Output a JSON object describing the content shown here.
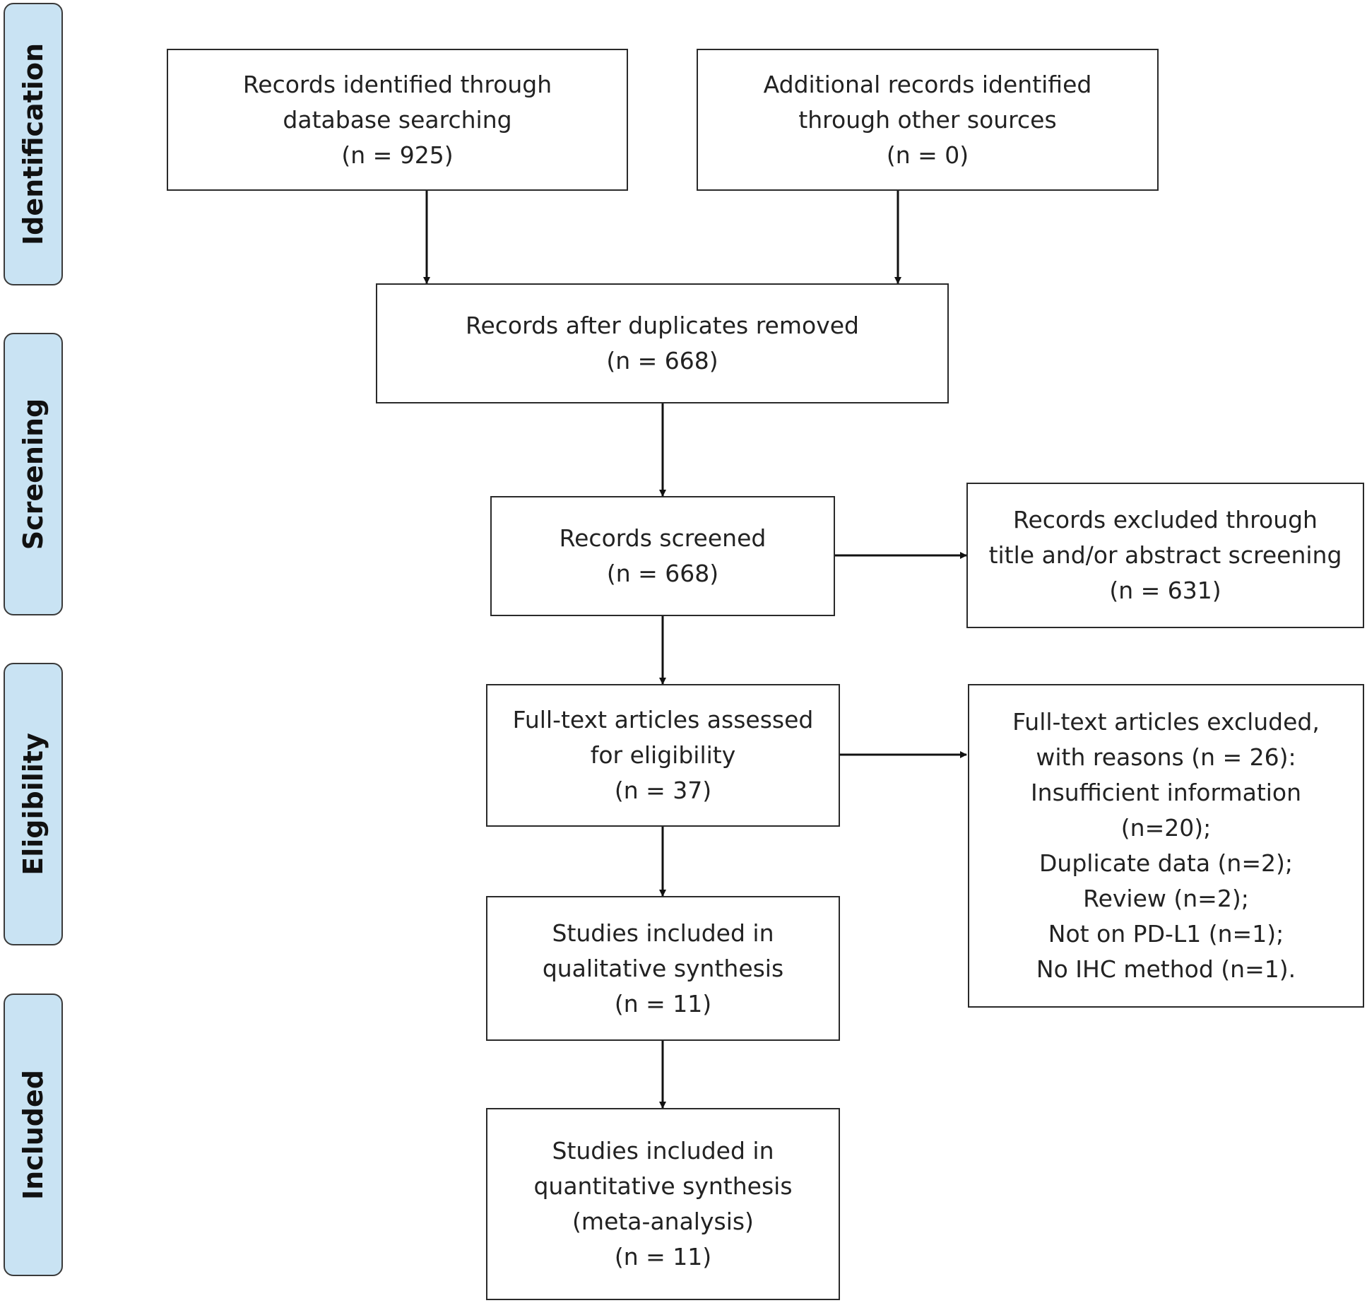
{
  "phases": {
    "identification": "Identification",
    "screening": "Screening",
    "eligibility": "Eligibility",
    "included": "Included"
  },
  "boxes": {
    "database_search": [
      "Records identified through",
      "database searching",
      "(n = 925)"
    ],
    "other_sources": [
      "Additional records identified",
      "through other sources",
      "(n = 0)"
    ],
    "duplicates_removed": [
      "Records after duplicates removed",
      "(n = 668)"
    ],
    "records_screened": [
      "Records screened",
      "(n = 668)"
    ],
    "records_excluded": [
      "Records excluded through",
      "title and/or abstract screening",
      "(n = 631)"
    ],
    "fulltext_assessed": [
      "Full-text articles assessed",
      "for eligibility",
      "(n = 37)"
    ],
    "fulltext_excluded": [
      "Full-text articles excluded,",
      "with reasons (n = 26):",
      "Insufficient information",
      "(n=20);",
      "Duplicate data (n=2);",
      "Review (n=2);",
      "Not on PD-L1 (n=1);",
      "No IHC method (n=1)."
    ],
    "qualitative": [
      "Studies included in",
      "qualitative synthesis",
      "(n = 11)"
    ],
    "quantitative": [
      "Studies included in",
      "quantitative synthesis",
      "(meta-analysis)",
      "(n = 11)"
    ]
  }
}
